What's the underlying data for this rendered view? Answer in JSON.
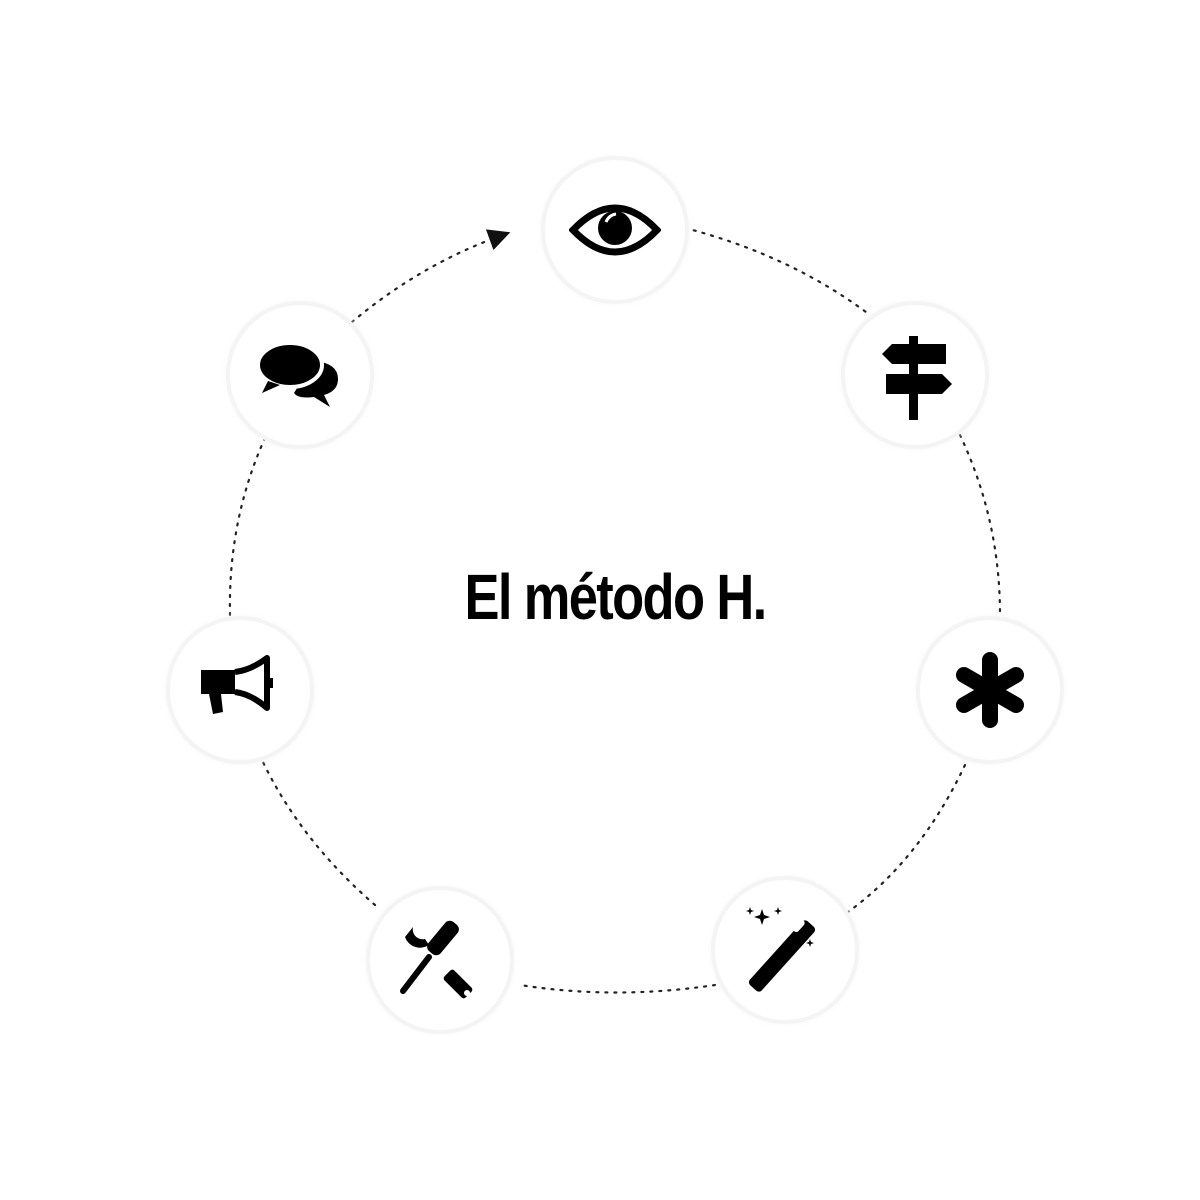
{
  "diagram": {
    "title": "El método H.",
    "colors": {
      "icon": "#000000",
      "node_bg": "#ffffff",
      "node_ring": "#f4f4f4",
      "connector": "#222222"
    },
    "nodes": [
      {
        "id": "observe",
        "icon": "eye-icon"
      },
      {
        "id": "direction",
        "icon": "signpost-icon"
      },
      {
        "id": "essential",
        "icon": "asterisk-icon"
      },
      {
        "id": "magic",
        "icon": "magic-wand-icon"
      },
      {
        "id": "build",
        "icon": "tools-icon"
      },
      {
        "id": "announce",
        "icon": "megaphone-icon"
      },
      {
        "id": "conversation",
        "icon": "chat-bubbles-icon"
      }
    ],
    "connector": {
      "style": "dotted",
      "direction": "clockwise",
      "arrow_at": "eye-icon"
    }
  }
}
